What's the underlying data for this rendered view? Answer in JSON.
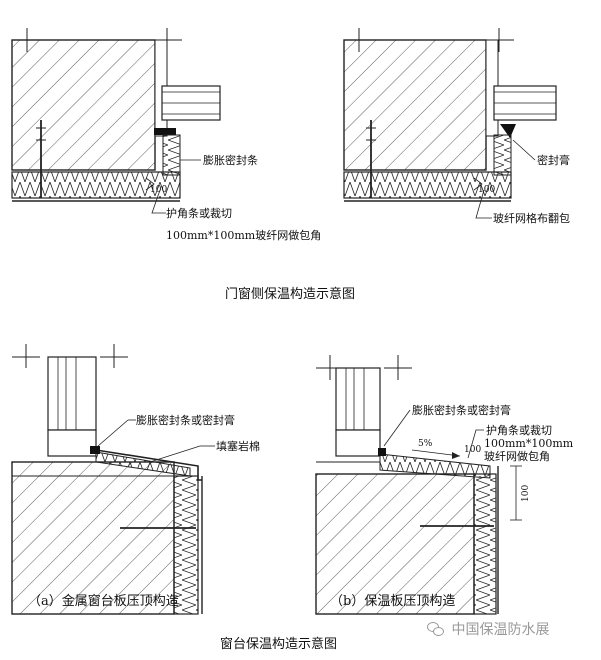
{
  "top": {
    "left_labels": {
      "seal_strip": "膨胀密封条",
      "corner_bead": "护角条或裁切",
      "corner_mesh": "100mm*100mm玻纤网做包角",
      "small_dim": "100"
    },
    "right_labels": {
      "sealant": "密封膏",
      "mesh_wrap": "玻纤网格布翻包",
      "small_dim": "100"
    },
    "caption": "门窗侧保温构造示意图"
  },
  "bottom": {
    "a": {
      "seal": "膨胀密封条或密封膏",
      "rock_wool": "填塞岩棉",
      "caption": "（a）金属窗台板压顶构造"
    },
    "b": {
      "seal": "膨胀密封条或密封膏",
      "corner_bead": "护角条或裁切",
      "corner_mesh_1": "100mm*100mm",
      "corner_mesh_2": "玻纤网做包角",
      "slope": "5%",
      "dim_top": "100",
      "dim_side": "100",
      "caption": "（b）保温板压顶构造"
    },
    "caption": "窗台保温构造示意图"
  },
  "watermark": "中国保温防水展",
  "watermark_icon": "wechat-icon"
}
